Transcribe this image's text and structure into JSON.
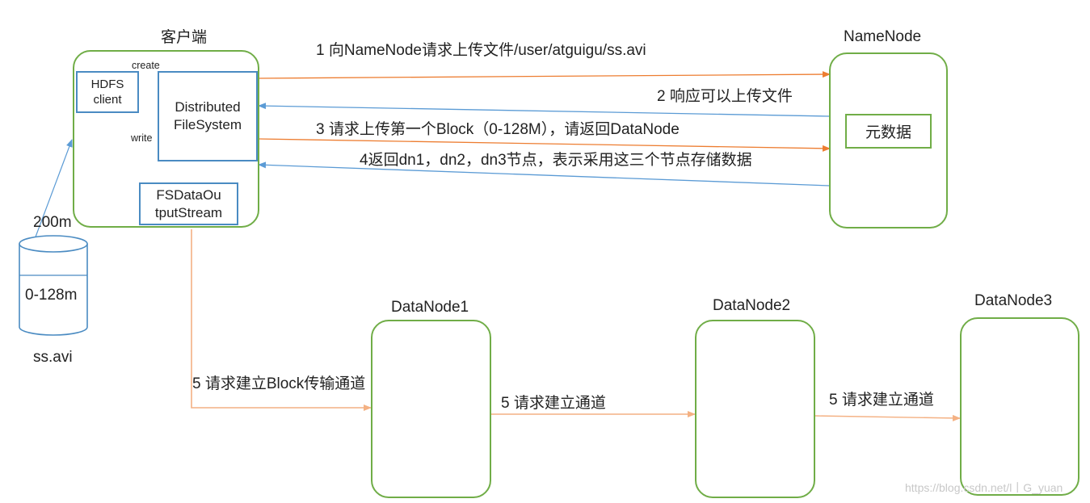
{
  "client": {
    "title": "客户端",
    "hdfs_client": "HDFS\nclient",
    "distributed_fs": "Distributed\nFileSystem",
    "fs_output_stream": "FSDataOu\ntputStream",
    "create_label": "create",
    "write_label": "write"
  },
  "file": {
    "size_label": "200m",
    "block_label": "0-128m",
    "name": "ss.avi"
  },
  "namenode": {
    "title": "NameNode",
    "metadata": "元数据"
  },
  "datanodes": [
    "DataNode1",
    "DataNode2",
    "DataNode3"
  ],
  "steps": {
    "step1": "1 向NameNode请求上传文件/user/atguigu/ss.avi",
    "step2": "2 响应可以上传文件",
    "step3": "3 请求上传第一个Block（0-128M），请返回DataNode",
    "step4": "4返回dn1，dn2，dn3节点，表示采用这三个节点存储数据",
    "step5a": "5 请求建立Block传输通道",
    "step5b": "5 请求建立通道",
    "step5c": "5 请求建立通道"
  },
  "colors": {
    "node_border": "#70ad47",
    "inner_border": "#4a8bc2",
    "request_arrow": "#ed7d31",
    "response_arrow": "#5b9bd5",
    "pipeline_arrow": "#f4b183"
  },
  "watermark": "https://blog.csdn.net/l丨G_yuan"
}
